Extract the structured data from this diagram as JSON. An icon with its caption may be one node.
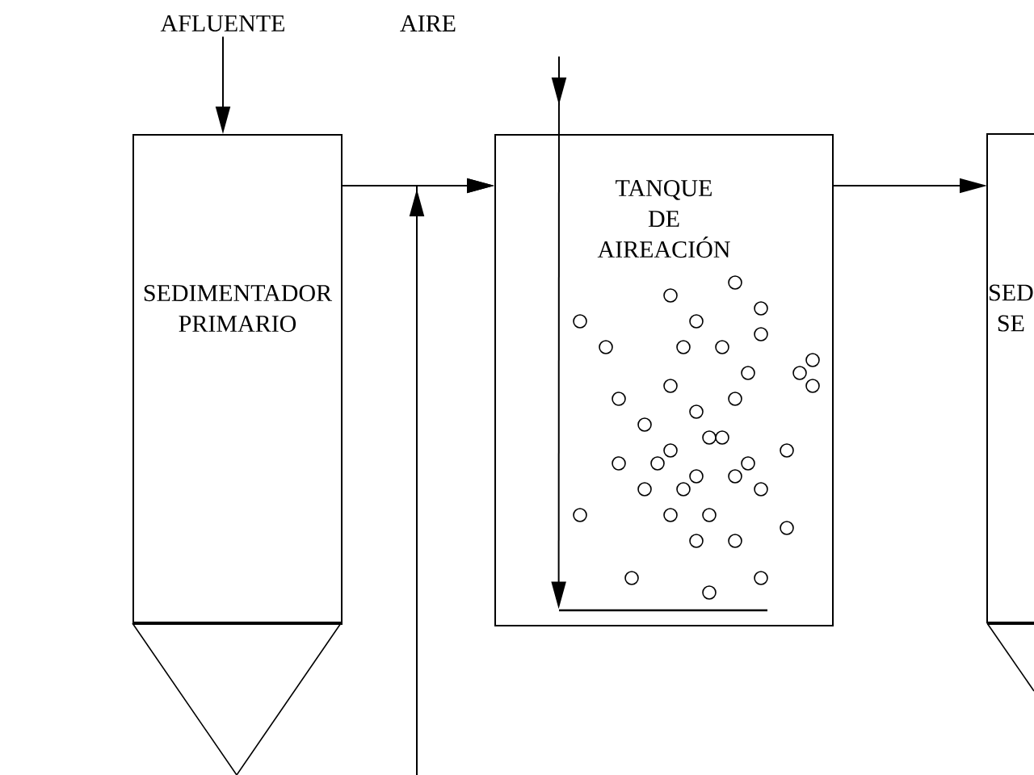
{
  "diagram": {
    "nodes": [
      {
        "text": [
          "AFLUENTE"
        ]
      },
      {
        "text": [
          "SEDIMENTADOR PRIMARIO"
        ]
      },
      {
        "text": [
          "TANQUE DE AIREACIÓN"
        ]
      },
      {
        "text": [],
        "shape": "bar",
        "in": 2
      },
      {
        "text": [
          "SED SE"
        ]
      }
    ],
    "edges": [
      {
        "from": 0,
        "to": 1,
        "arrow": "to"
      },
      {
        "from": 1,
        "to": 2,
        "arrow": "to"
      },
      {
        "from": null,
        "to": 2,
        "arrow": "to"
      },
      {
        "from": null,
        "to": 3,
        "arrow": "to"
      },
      {
        "from": 2,
        "to": 4,
        "arrow": "to"
      }
    ],
    "labels": [
      "AIRE"
    ]
  }
}
